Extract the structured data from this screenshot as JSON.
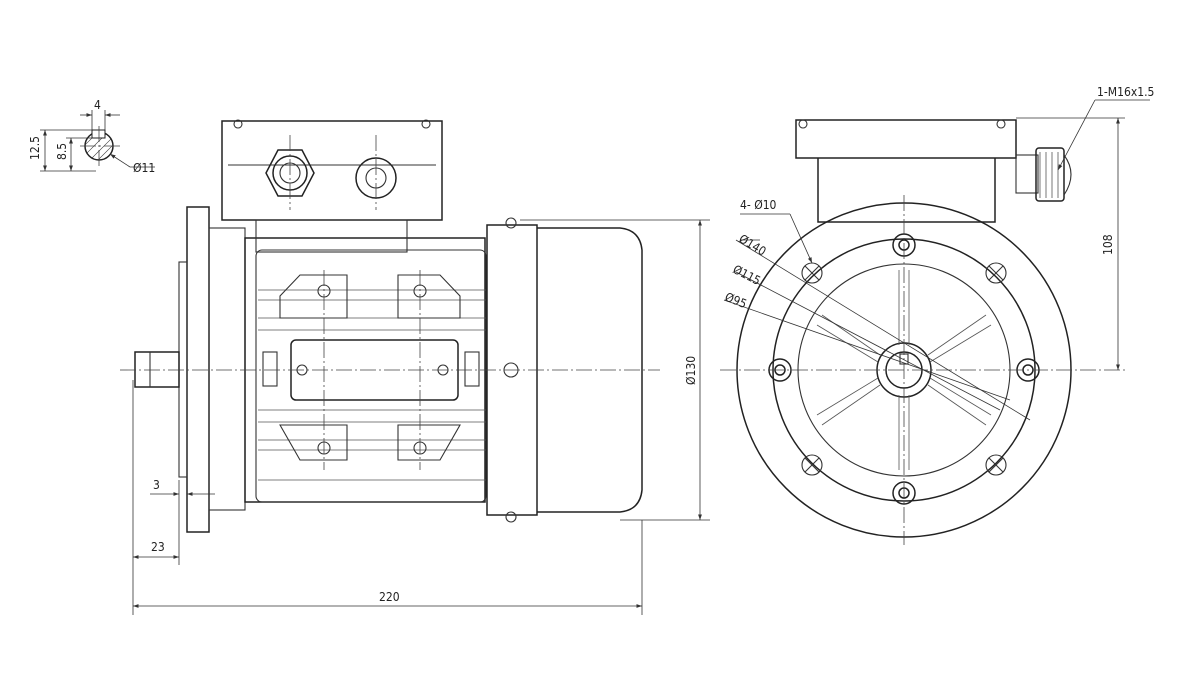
{
  "dimensions": {
    "key_width": "4",
    "key_height": "12.5",
    "key_depth": "8.5",
    "shaft_diameter": "Ø11",
    "flange_thickness": "3",
    "shaft_length": "23",
    "overall_length": "220",
    "body_diameter": "Ø130",
    "holes": "4-  Ø10",
    "flange_diameter": "Ø140",
    "pitch_circle": "Ø115",
    "spigot_diameter": "Ø95",
    "cable_gland": "1-M16x1.5",
    "terminal_height": "108"
  }
}
